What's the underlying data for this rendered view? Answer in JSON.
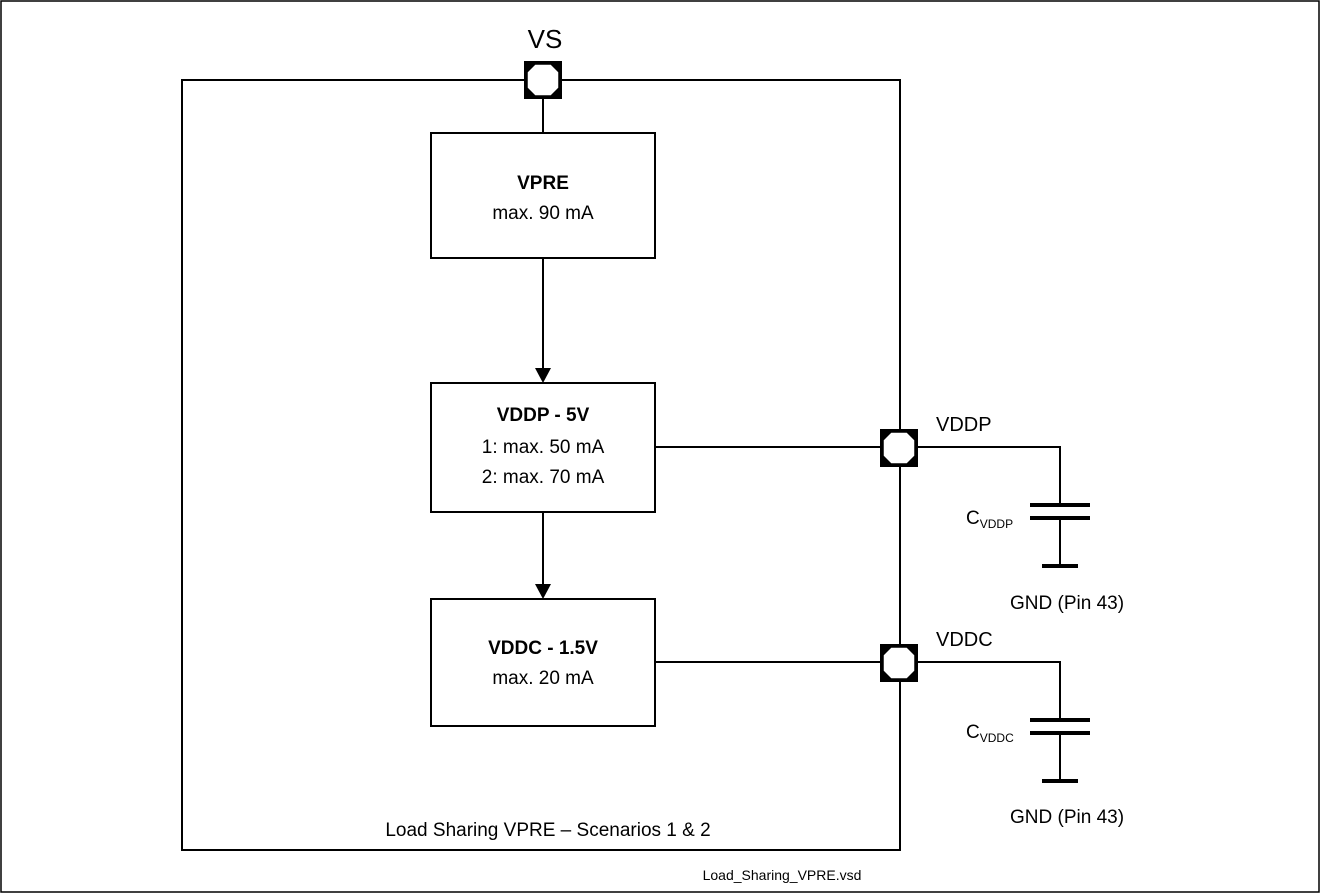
{
  "vs_label": "VS",
  "blocks": {
    "vpre": {
      "title": "VPRE",
      "lines": [
        "max. 90 mA"
      ]
    },
    "vddp": {
      "title": "VDDP - 5V",
      "lines": [
        "1: max. 50 mA",
        "2: max. 70 mA"
      ]
    },
    "vddc": {
      "title": "VDDC - 1.5V",
      "lines": [
        "max. 20 mA"
      ]
    }
  },
  "pins": {
    "vddp": "VDDP",
    "vddc": "VDDC"
  },
  "capacitors": {
    "vddp": {
      "symbol": "C",
      "subscript": "VDDP",
      "ground": "GND (Pin 43)"
    },
    "vddc": {
      "symbol": "C",
      "subscript": "VDDC",
      "ground": "GND (Pin 43)"
    }
  },
  "frame_caption": "Load Sharing VPRE – Scenarios 1 & 2",
  "file_label": "Load_Sharing_VPRE.vsd"
}
